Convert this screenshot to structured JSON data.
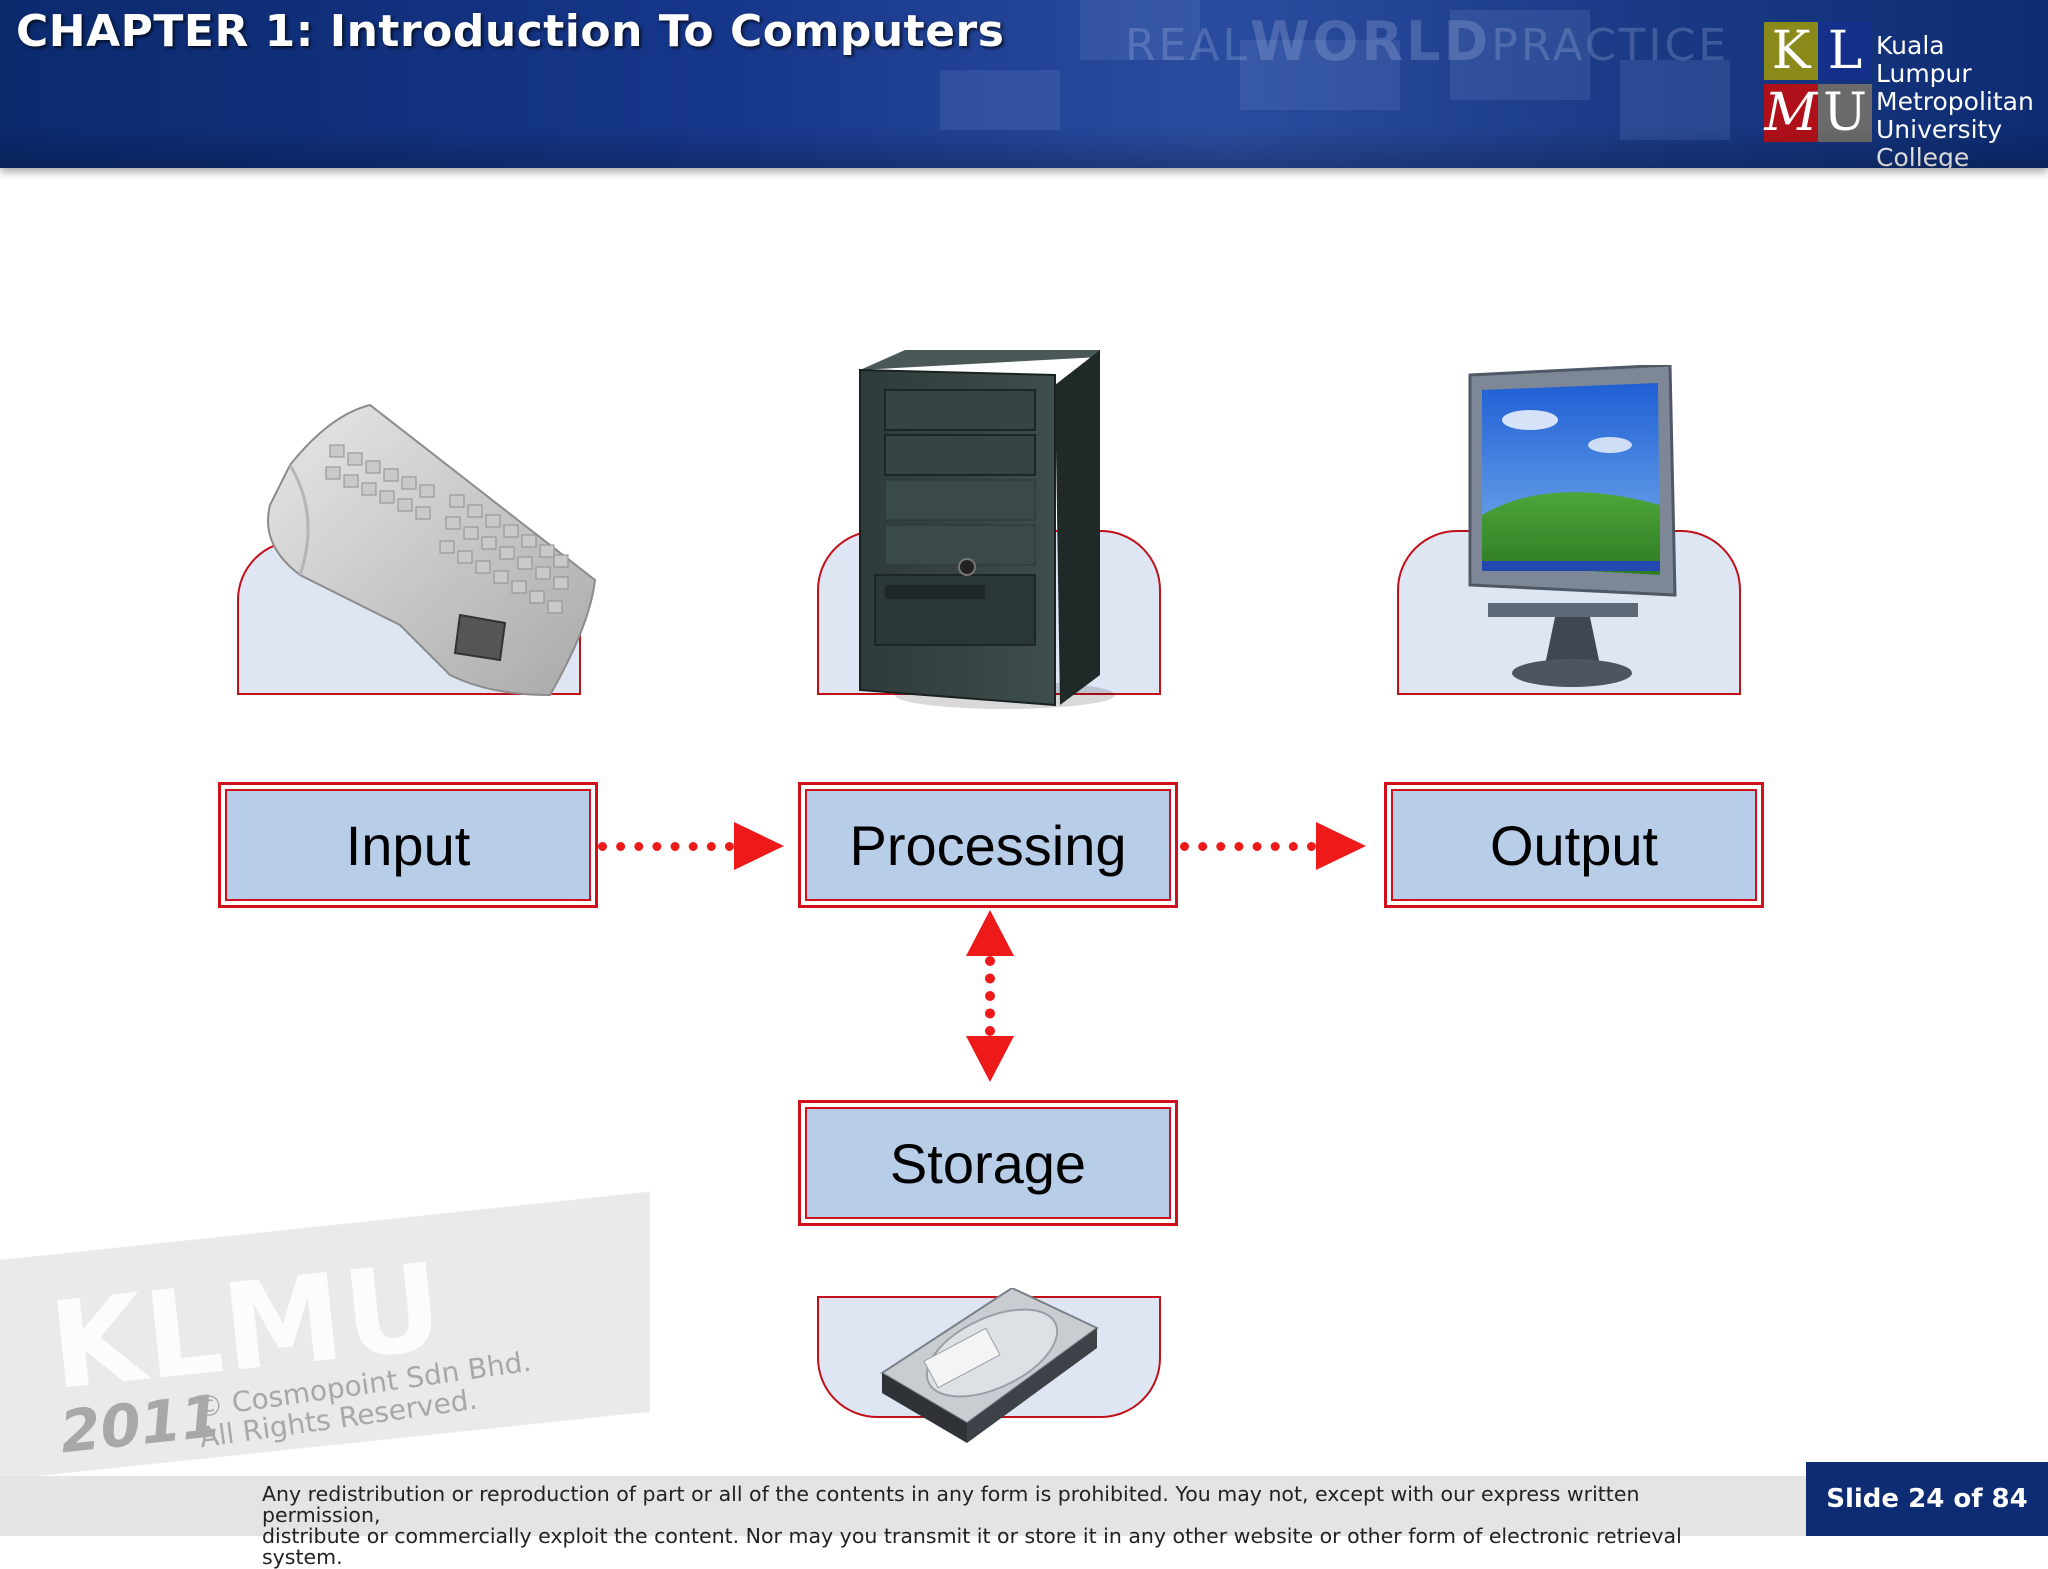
{
  "header": {
    "chapter_title": "CHAPTER 1: Introduction To Computers",
    "banner_text": {
      "part1": "REAL",
      "part2": "WORLD",
      "part3": "PRACTICE"
    },
    "logo": {
      "letters": [
        "K",
        "L",
        "M",
        "U"
      ],
      "name_lines": [
        "Kuala Lumpur",
        "Metropolitan",
        "University",
        "College"
      ]
    }
  },
  "diagram": {
    "boxes": {
      "input": "Input",
      "processing": "Processing",
      "output": "Output",
      "storage": "Storage"
    },
    "images": {
      "input": "keyboard",
      "processing": "computer tower",
      "output": "monitor",
      "storage": "hard drive"
    },
    "colors": {
      "box_fill": "#b8cde8",
      "box_border": "#d0101a",
      "arrow": "#ee1a1a",
      "pedestal_fill": "#dfe6f3"
    }
  },
  "watermark": {
    "brand": "KLMU",
    "year": "2011",
    "copyright_lines": [
      "© Cosmopoint Sdn Bhd.",
      "All Rights Reserved."
    ]
  },
  "footer": {
    "disclaimer_lines": [
      "Any redistribution or reproduction of part or all of the contents in any form is prohibited. You may not, except with our express written permission,",
      "distribute or commercially exploit the content. Nor may you transmit it or store it in any other website or other form of electronic retrieval system."
    ],
    "slide_indicator": "Slide 24 of 84"
  }
}
